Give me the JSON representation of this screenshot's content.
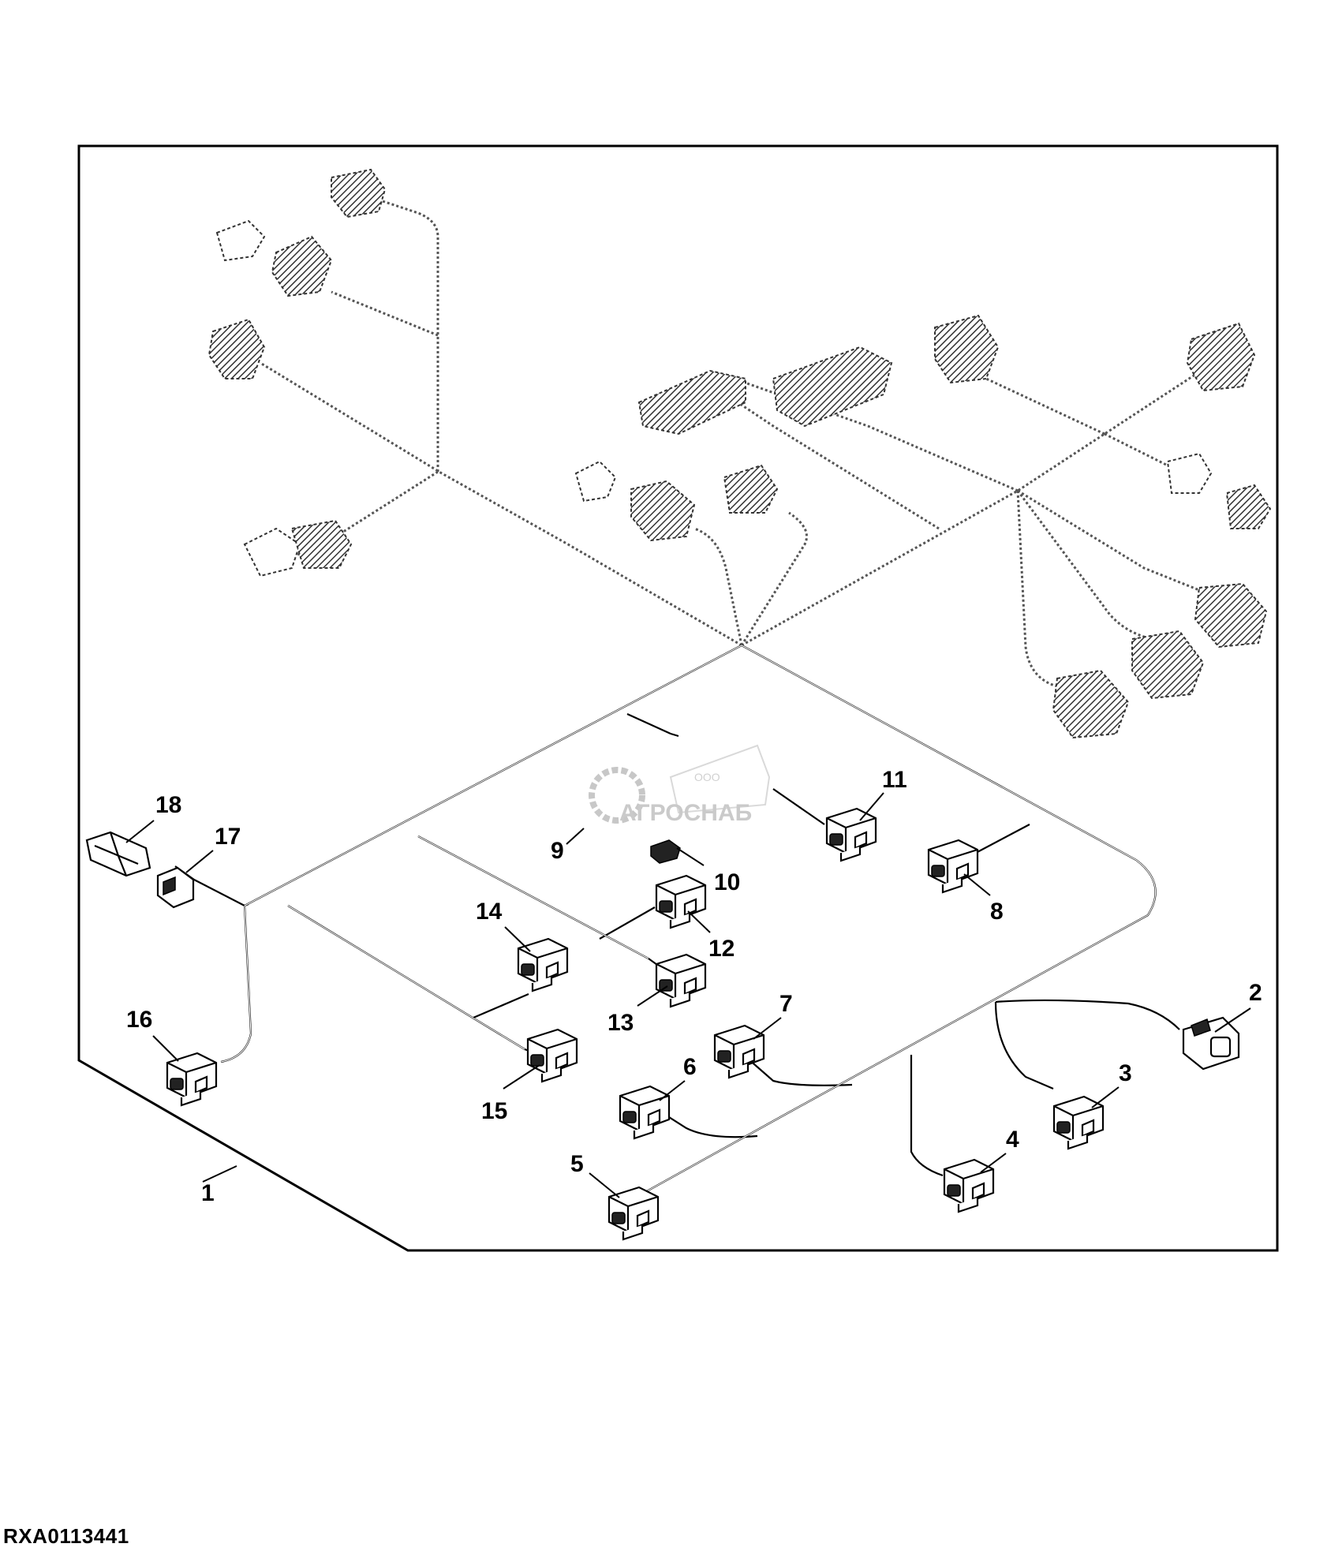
{
  "figure_id": "RXA0113441",
  "watermark": {
    "company_prefix": "ООО",
    "company_name": "АГРОСНАБ"
  },
  "callouts": [
    "1",
    "2",
    "3",
    "4",
    "5",
    "6",
    "7",
    "8",
    "9",
    "10",
    "11",
    "12",
    "13",
    "14",
    "15",
    "16",
    "17",
    "18"
  ]
}
